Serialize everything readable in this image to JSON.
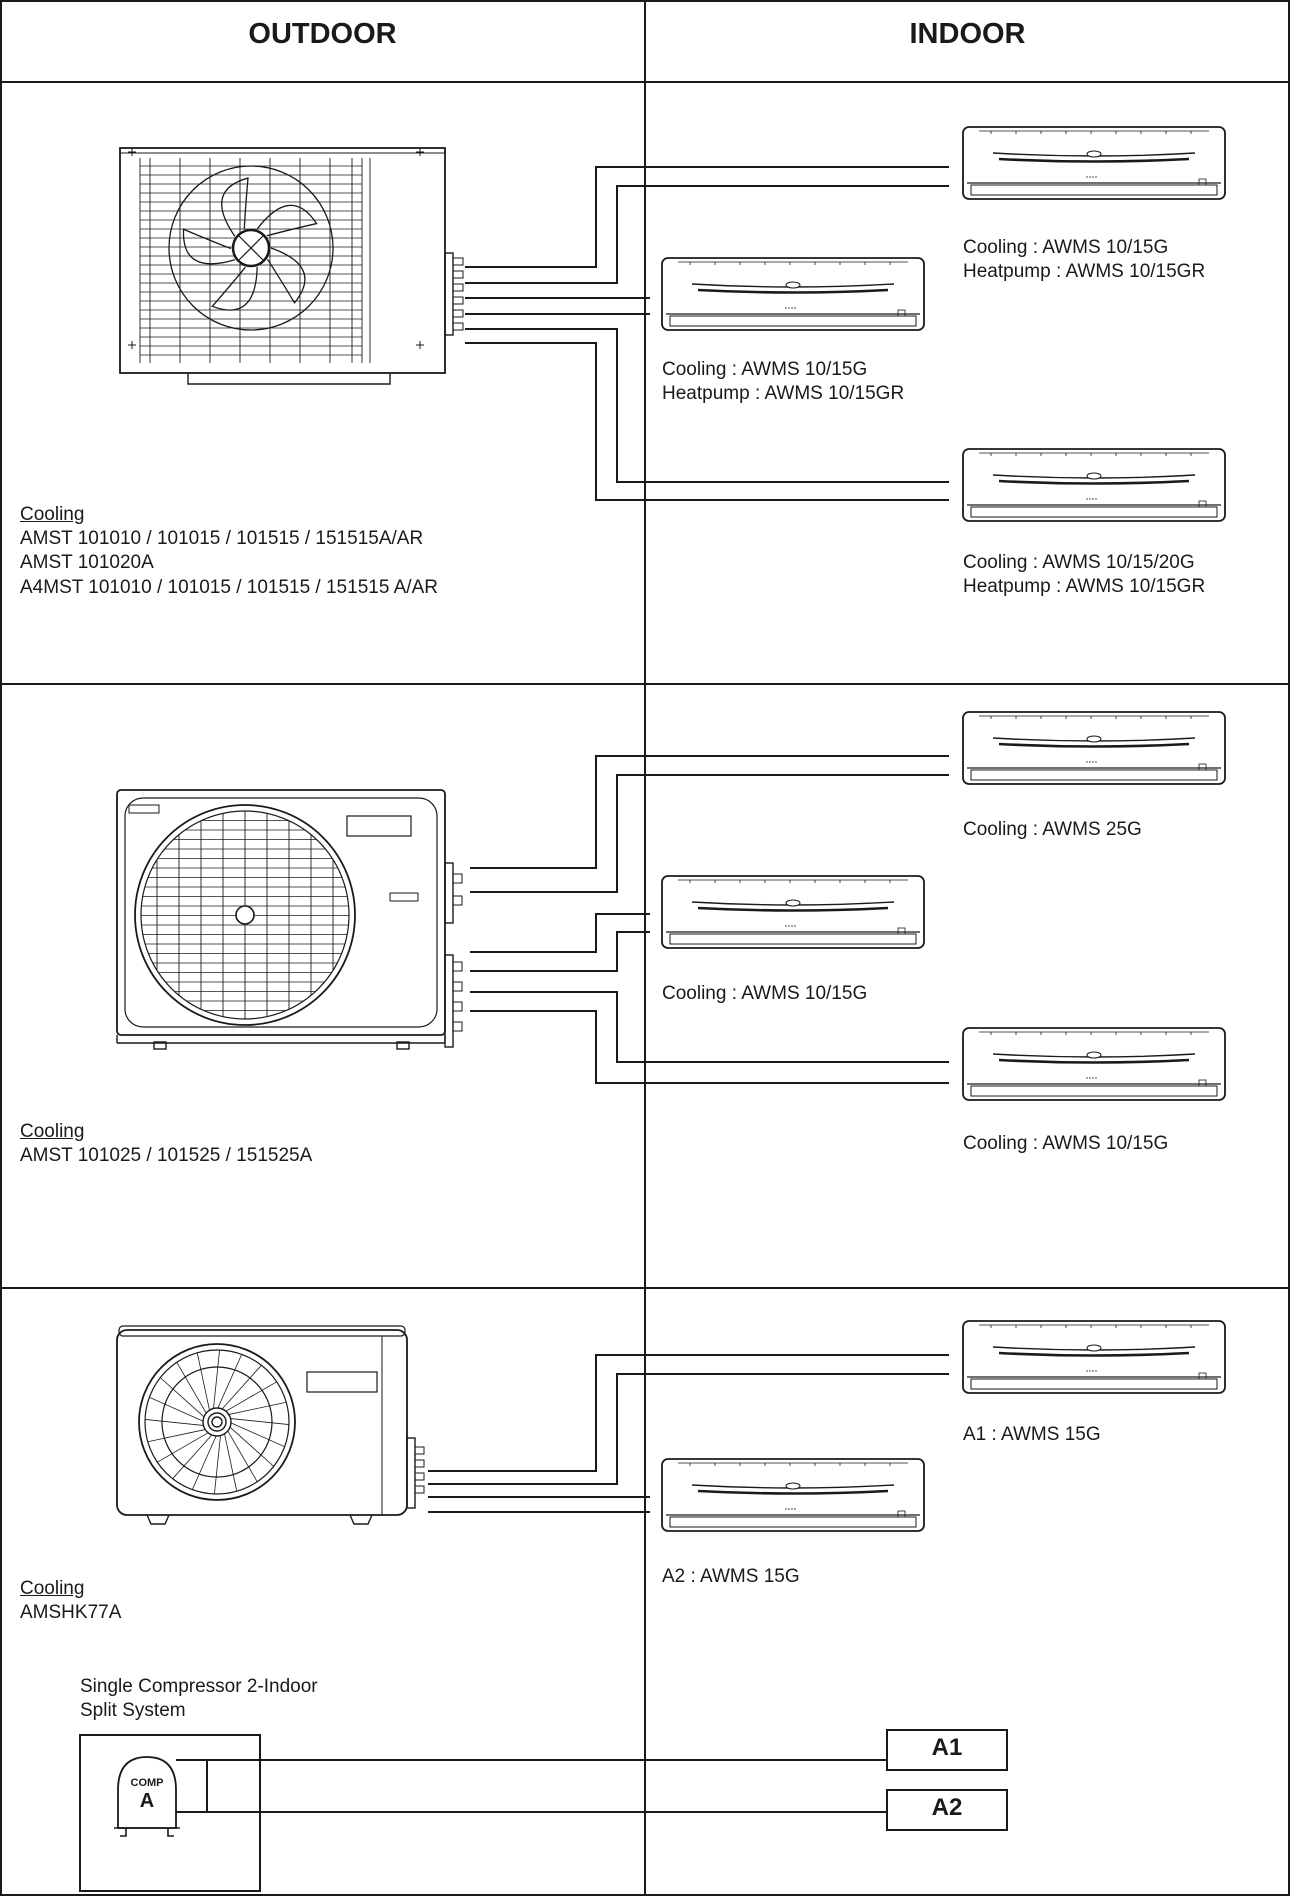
{
  "header": {
    "outdoor": "OUTDOOR",
    "indoor": "INDOOR"
  },
  "row1": {
    "outdoor": {
      "type": "Cooling",
      "models": [
        "AMST 101010 / 101015 / 101515 / 151515A/AR",
        "AMST 101020A",
        "A4MST 101010 / 101015 / 101515 / 151515 A/AR"
      ]
    },
    "indoor": [
      {
        "line1": "Cooling : AWMS 10/15G",
        "line2": "Heatpump : AWMS 10/15GR"
      },
      {
        "line1": "Cooling : AWMS 10/15G",
        "line2": "Heatpump : AWMS 10/15GR"
      },
      {
        "line1": "Cooling : AWMS 10/15/20G",
        "line2": "Heatpump : AWMS 10/15GR"
      }
    ]
  },
  "row2": {
    "outdoor": {
      "type": "Cooling",
      "models": [
        "AMST 101025 / 101525 / 151525A"
      ]
    },
    "indoor": [
      {
        "line1": "Cooling : AWMS 25G"
      },
      {
        "line1": "Cooling : AWMS 10/15G"
      },
      {
        "line1": "Cooling : AWMS 10/15G"
      }
    ]
  },
  "row3": {
    "outdoor": {
      "type": "Cooling",
      "models": [
        "AMSHK77A"
      ]
    },
    "indoor": [
      {
        "line1": "A1 : AWMS 15G"
      },
      {
        "line1": "A2 : AWMS 15G"
      }
    ],
    "system": {
      "title_line1": "Single Compressor 2-Indoor",
      "title_line2": "Split System",
      "comp_label": "COMP",
      "comp_letter": "A",
      "box1": "A1",
      "box2": "A2"
    }
  }
}
